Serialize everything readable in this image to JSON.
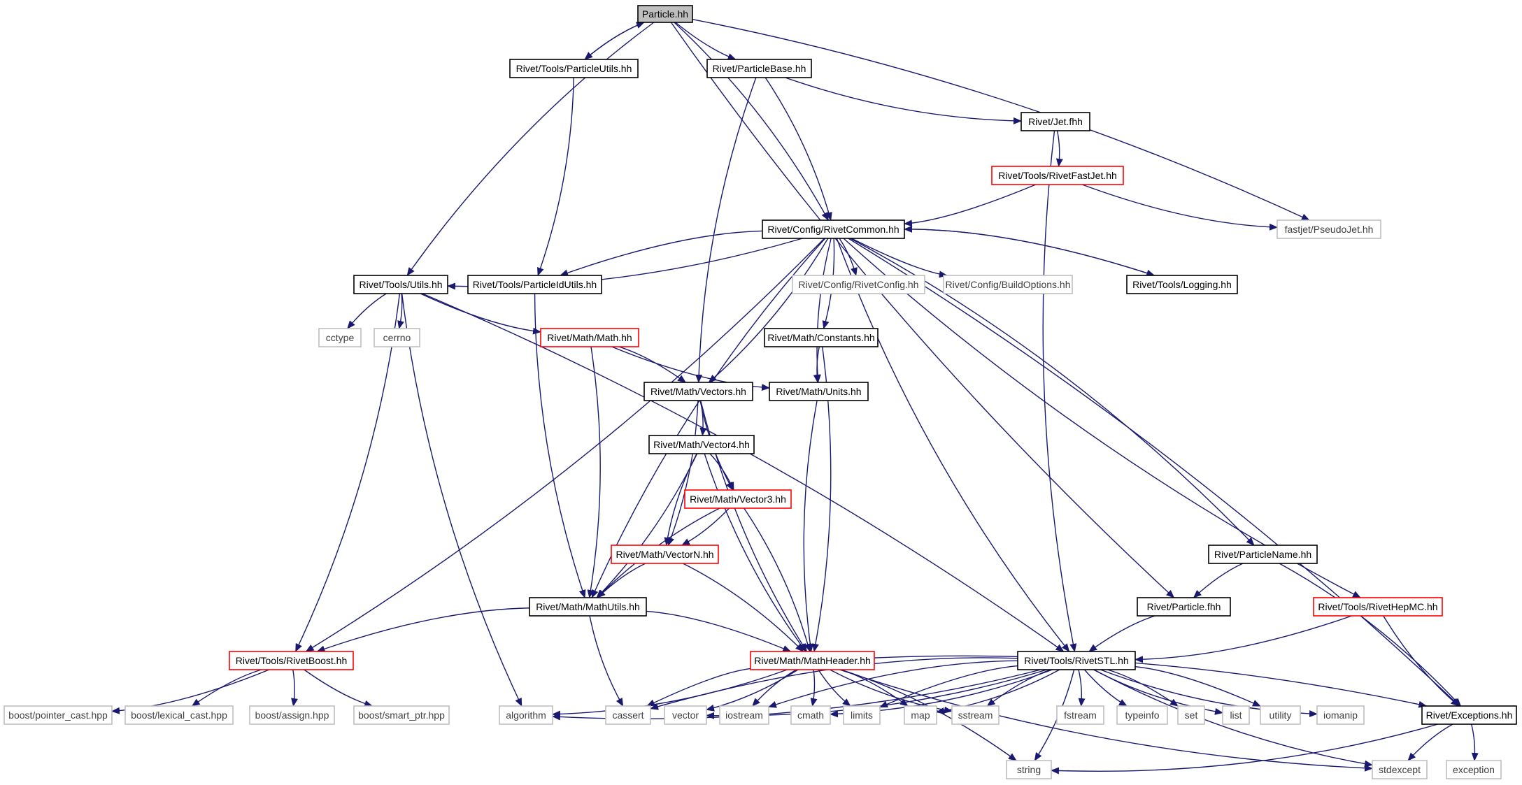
{
  "graph": {
    "colors": {
      "edge": "#191970",
      "node_default": "#000000",
      "node_red": "#ff0000",
      "node_gray": "#bfbfbf",
      "node_root_fill": "#bfbfbf",
      "text_default": "#000000",
      "text_gray": "#404040"
    },
    "nodes": [
      {
        "id": "particle_hh",
        "label": "Particle.hh",
        "kind": "root"
      },
      {
        "id": "particleutils",
        "label": "Rivet/Tools/ParticleUtils.hh",
        "kind": "black"
      },
      {
        "id": "particlebase",
        "label": "Rivet/ParticleBase.hh",
        "kind": "black"
      },
      {
        "id": "jet_fhh",
        "label": "Rivet/Jet.fhh",
        "kind": "black"
      },
      {
        "id": "rivetfastjet",
        "label": "Rivet/Tools/RivetFastJet.hh",
        "kind": "red"
      },
      {
        "id": "pseudojet",
        "label": "fastjet/PseudoJet.hh",
        "kind": "gray"
      },
      {
        "id": "rivetcommon",
        "label": "Rivet/Config/RivetCommon.hh",
        "kind": "black"
      },
      {
        "id": "utils",
        "label": "Rivet/Tools/Utils.hh",
        "kind": "black"
      },
      {
        "id": "particleidutils",
        "label": "Rivet/Tools/ParticleIdUtils.hh",
        "kind": "black"
      },
      {
        "id": "rivetconfig",
        "label": "Rivet/Config/RivetConfig.hh",
        "kind": "gray"
      },
      {
        "id": "buildoptions",
        "label": "Rivet/Config/BuildOptions.hh",
        "kind": "gray"
      },
      {
        "id": "logging",
        "label": "Rivet/Tools/Logging.hh",
        "kind": "black"
      },
      {
        "id": "cctype",
        "label": "cctype",
        "kind": "gray"
      },
      {
        "id": "cerrno",
        "label": "cerrno",
        "kind": "gray"
      },
      {
        "id": "math",
        "label": "Rivet/Math/Math.hh",
        "kind": "red"
      },
      {
        "id": "constants",
        "label": "Rivet/Math/Constants.hh",
        "kind": "black"
      },
      {
        "id": "vectors",
        "label": "Rivet/Math/Vectors.hh",
        "kind": "black"
      },
      {
        "id": "units",
        "label": "Rivet/Math/Units.hh",
        "kind": "black"
      },
      {
        "id": "vector4",
        "label": "Rivet/Math/Vector4.hh",
        "kind": "black"
      },
      {
        "id": "vector3",
        "label": "Rivet/Math/Vector3.hh",
        "kind": "red"
      },
      {
        "id": "vectorn",
        "label": "Rivet/Math/VectorN.hh",
        "kind": "red"
      },
      {
        "id": "mathutils",
        "label": "Rivet/Math/MathUtils.hh",
        "kind": "black"
      },
      {
        "id": "rivetboost",
        "label": "Rivet/Tools/RivetBoost.hh",
        "kind": "red"
      },
      {
        "id": "mathheader",
        "label": "Rivet/Math/MathHeader.hh",
        "kind": "red"
      },
      {
        "id": "particlename",
        "label": "Rivet/ParticleName.hh",
        "kind": "black"
      },
      {
        "id": "particle_fhh",
        "label": "Rivet/Particle.fhh",
        "kind": "black"
      },
      {
        "id": "rivethepmc",
        "label": "Rivet/Tools/RivetHepMC.hh",
        "kind": "red"
      },
      {
        "id": "rivetstl",
        "label": "Rivet/Tools/RivetSTL.hh",
        "kind": "black"
      },
      {
        "id": "exceptions",
        "label": "Rivet/Exceptions.hh",
        "kind": "black"
      },
      {
        "id": "pointer_cast",
        "label": "boost/pointer_cast.hpp",
        "kind": "gray"
      },
      {
        "id": "lexical_cast",
        "label": "boost/lexical_cast.hpp",
        "kind": "gray"
      },
      {
        "id": "assign",
        "label": "boost/assign.hpp",
        "kind": "gray"
      },
      {
        "id": "smart_ptr",
        "label": "boost/smart_ptr.hpp",
        "kind": "gray"
      },
      {
        "id": "algorithm",
        "label": "algorithm",
        "kind": "gray"
      },
      {
        "id": "cassert",
        "label": "cassert",
        "kind": "gray"
      },
      {
        "id": "vector",
        "label": "vector",
        "kind": "gray"
      },
      {
        "id": "iostream",
        "label": "iostream",
        "kind": "gray"
      },
      {
        "id": "cmath",
        "label": "cmath",
        "kind": "gray"
      },
      {
        "id": "limits",
        "label": "limits",
        "kind": "gray"
      },
      {
        "id": "map",
        "label": "map",
        "kind": "gray"
      },
      {
        "id": "sstream",
        "label": "sstream",
        "kind": "gray"
      },
      {
        "id": "fstream",
        "label": "fstream",
        "kind": "gray"
      },
      {
        "id": "typeinfo",
        "label": "typeinfo",
        "kind": "gray"
      },
      {
        "id": "set",
        "label": "set",
        "kind": "gray"
      },
      {
        "id": "list",
        "label": "list",
        "kind": "gray"
      },
      {
        "id": "utility",
        "label": "utility",
        "kind": "gray"
      },
      {
        "id": "iomanip",
        "label": "iomanip",
        "kind": "gray"
      },
      {
        "id": "string",
        "label": "string",
        "kind": "gray"
      },
      {
        "id": "stdexcept",
        "label": "stdexcept",
        "kind": "gray"
      },
      {
        "id": "exception",
        "label": "exception",
        "kind": "gray"
      }
    ],
    "edges": [
      [
        "particle_hh",
        "particleutils"
      ],
      [
        "particleutils",
        "particle_hh"
      ],
      [
        "particle_hh",
        "particlebase"
      ],
      [
        "particle_hh",
        "rivetcommon"
      ],
      [
        "particle_hh",
        "utils"
      ],
      [
        "particle_hh",
        "pseudojet"
      ],
      [
        "particle_hh",
        "particle_fhh"
      ],
      [
        "particleutils",
        "particleidutils"
      ],
      [
        "particlebase",
        "jet_fhh"
      ],
      [
        "particlebase",
        "rivetcommon"
      ],
      [
        "particlebase",
        "vectors"
      ],
      [
        "jet_fhh",
        "rivetfastjet"
      ],
      [
        "jet_fhh",
        "rivetstl"
      ],
      [
        "rivetfastjet",
        "rivetcommon"
      ],
      [
        "rivetfastjet",
        "pseudojet"
      ],
      [
        "rivetcommon",
        "utils"
      ],
      [
        "rivetcommon",
        "particleidutils"
      ],
      [
        "rivetcommon",
        "rivetconfig"
      ],
      [
        "rivetcommon",
        "buildoptions"
      ],
      [
        "rivetcommon",
        "logging"
      ],
      [
        "logging",
        "rivetcommon"
      ],
      [
        "rivetcommon",
        "rivetboost"
      ],
      [
        "rivetcommon",
        "mathutils"
      ],
      [
        "rivetcommon",
        "vectors"
      ],
      [
        "rivetcommon",
        "units"
      ],
      [
        "rivetcommon",
        "constants"
      ],
      [
        "rivetcommon",
        "rivetstl"
      ],
      [
        "rivetcommon",
        "particlename"
      ],
      [
        "rivetcommon",
        "rivethepmc"
      ],
      [
        "rivetcommon",
        "exceptions"
      ],
      [
        "utils",
        "cctype"
      ],
      [
        "utils",
        "cerrno"
      ],
      [
        "utils",
        "math"
      ],
      [
        "utils",
        "rivetboost"
      ],
      [
        "utils",
        "algorithm"
      ],
      [
        "utils",
        "rivetstl"
      ],
      [
        "particleidutils",
        "mathutils"
      ],
      [
        "math",
        "vectors"
      ],
      [
        "math",
        "units"
      ],
      [
        "math",
        "mathutils"
      ],
      [
        "constants",
        "units"
      ],
      [
        "constants",
        "mathheader"
      ],
      [
        "units",
        "mathheader"
      ],
      [
        "vectors",
        "vector4"
      ],
      [
        "vectors",
        "vector3"
      ],
      [
        "vectors",
        "vectorn"
      ],
      [
        "vectors",
        "mathheader"
      ],
      [
        "vector4",
        "vector3"
      ],
      [
        "vector4",
        "vectorn"
      ],
      [
        "vector4",
        "mathutils"
      ],
      [
        "vector4",
        "mathheader"
      ],
      [
        "vector3",
        "vectorn"
      ],
      [
        "vector3",
        "mathutils"
      ],
      [
        "vector3",
        "mathheader"
      ],
      [
        "vectorn",
        "mathutils"
      ],
      [
        "vectorn",
        "mathheader"
      ],
      [
        "mathutils",
        "rivetboost"
      ],
      [
        "mathutils",
        "mathheader"
      ],
      [
        "mathutils",
        "cassert"
      ],
      [
        "rivetboost",
        "pointer_cast"
      ],
      [
        "rivetboost",
        "lexical_cast"
      ],
      [
        "rivetboost",
        "assign"
      ],
      [
        "rivetboost",
        "smart_ptr"
      ],
      [
        "mathheader",
        "algorithm"
      ],
      [
        "mathheader",
        "cassert"
      ],
      [
        "mathheader",
        "vector"
      ],
      [
        "mathheader",
        "iostream"
      ],
      [
        "mathheader",
        "cmath"
      ],
      [
        "mathheader",
        "limits"
      ],
      [
        "mathheader",
        "map"
      ],
      [
        "mathheader",
        "sstream"
      ],
      [
        "mathheader",
        "string"
      ],
      [
        "mathheader",
        "stdexcept"
      ],
      [
        "mathheader",
        "exceptions"
      ],
      [
        "particlename",
        "particle_fhh"
      ],
      [
        "particlename",
        "exceptions"
      ],
      [
        "particle_fhh",
        "rivetstl"
      ],
      [
        "rivethepmc",
        "rivetstl"
      ],
      [
        "rivethepmc",
        "exceptions"
      ],
      [
        "rivetstl",
        "algorithm"
      ],
      [
        "rivetstl",
        "cassert"
      ],
      [
        "rivetstl",
        "vector"
      ],
      [
        "rivetstl",
        "iostream"
      ],
      [
        "rivetstl",
        "cmath"
      ],
      [
        "rivetstl",
        "limits"
      ],
      [
        "rivetstl",
        "map"
      ],
      [
        "rivetstl",
        "sstream"
      ],
      [
        "rivetstl",
        "fstream"
      ],
      [
        "rivetstl",
        "typeinfo"
      ],
      [
        "rivetstl",
        "set"
      ],
      [
        "rivetstl",
        "list"
      ],
      [
        "rivetstl",
        "utility"
      ],
      [
        "rivetstl",
        "iomanip"
      ],
      [
        "rivetstl",
        "string"
      ],
      [
        "rivetstl",
        "stdexcept"
      ],
      [
        "exceptions",
        "string"
      ],
      [
        "exceptions",
        "stdexcept"
      ],
      [
        "exceptions",
        "exception"
      ]
    ]
  }
}
